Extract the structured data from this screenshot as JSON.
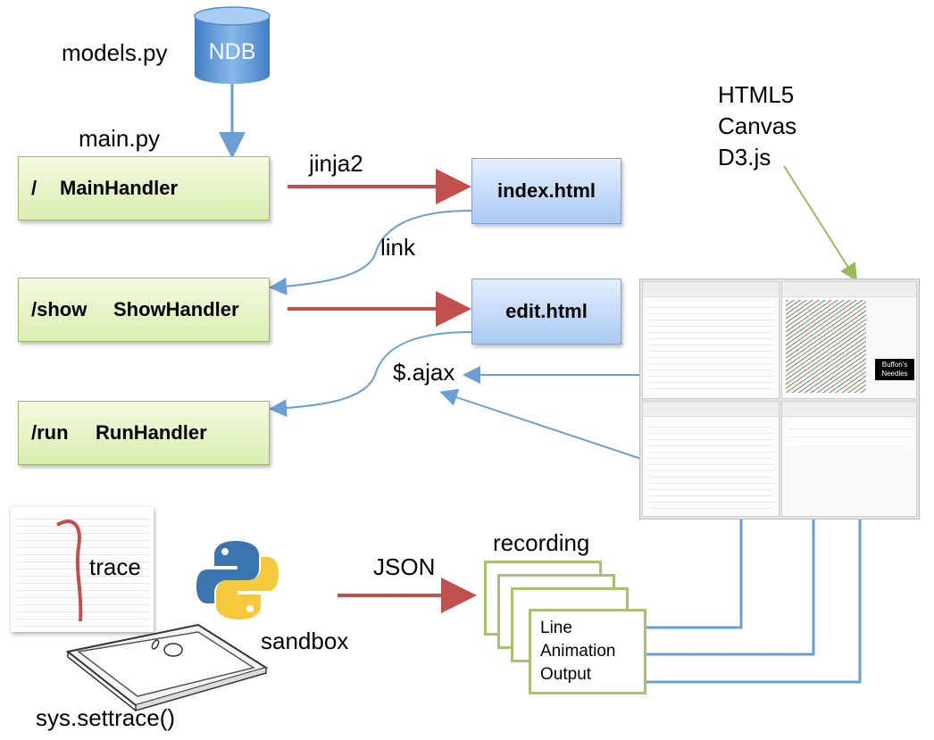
{
  "labels": {
    "models_py": "models.py",
    "ndb": "NDB",
    "main_py": "main.py",
    "jinja2": "jinja2",
    "link": "link",
    "ajax": "$.ajax",
    "html5": "HTML5",
    "canvas": "Canvas",
    "d3js": "D3.js",
    "trace": "trace",
    "sandbox": "sandbox",
    "json": "JSON",
    "recording": "recording",
    "settrace": "sys.settrace()"
  },
  "handlers": [
    {
      "route": "/",
      "name": "MainHandler"
    },
    {
      "route": "/show",
      "name": "ShowHandler"
    },
    {
      "route": "/run",
      "name": "RunHandler"
    }
  ],
  "templates": {
    "index": "index.html",
    "edit": "edit.html"
  },
  "recording_fields": [
    "Line",
    "Animation",
    "Output"
  ],
  "screenshot": {
    "needles_label": "Buffon's Needles"
  },
  "colors": {
    "red_arrow": "#c0504d",
    "blue_arrow": "#6a9fd4",
    "green_arrow": "#9bbb59",
    "db_blue": "#5b9bd5"
  }
}
